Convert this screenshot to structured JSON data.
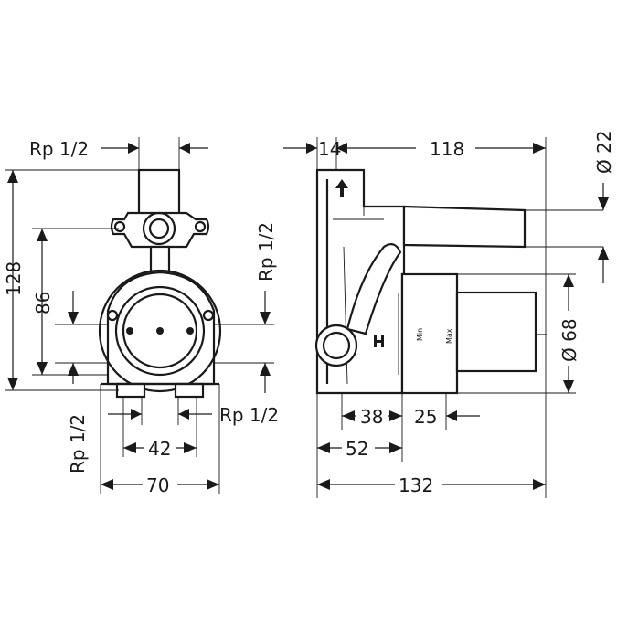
{
  "front_view": {
    "thread_top": "Rp 1/2",
    "height_total": "128",
    "height_inner": "86",
    "thread_right": "Rp 1/2",
    "thread_bottom_left": "Rp 1/2",
    "thread_bottom_right": "Rp 1/2",
    "width_inner": "42",
    "width_total": "70"
  },
  "side_view": {
    "depth_front": "14",
    "depth_rear": "118",
    "diameter_top": "Ø 22",
    "diameter_dial": "Ø 68",
    "offset_outlet": "38",
    "offset_dial": "25",
    "depth_body": "52",
    "depth_total": "132",
    "label_min": "Min",
    "label_max": "Max"
  },
  "icons": [
    "arrow-up-icon",
    "hot-cold-icon"
  ]
}
